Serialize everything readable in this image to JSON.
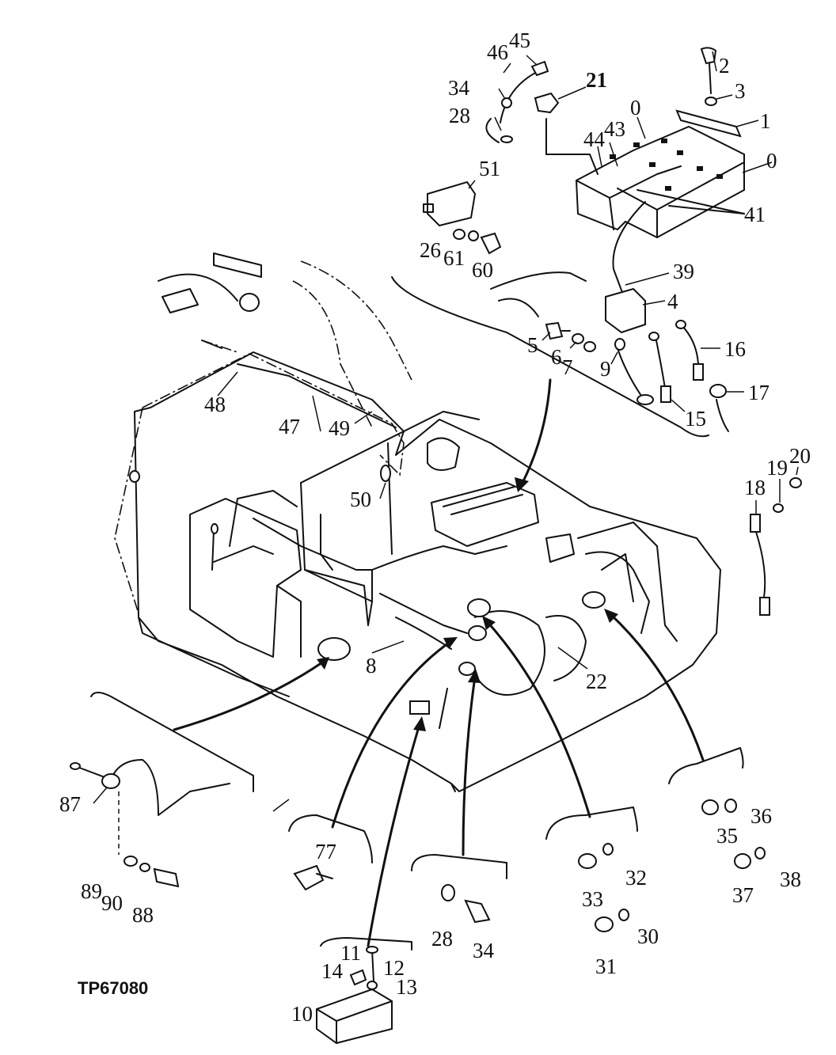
{
  "figure_ref": "TP67080",
  "callouts": [
    {
      "id": "c0a",
      "text": "0"
    },
    {
      "id": "c0b",
      "text": "0"
    },
    {
      "id": "c1",
      "text": "1"
    },
    {
      "id": "c2",
      "text": "2"
    },
    {
      "id": "c3",
      "text": "3"
    },
    {
      "id": "c4",
      "text": "4"
    },
    {
      "id": "c5",
      "text": "5"
    },
    {
      "id": "c6",
      "text": "6"
    },
    {
      "id": "c7",
      "text": "7"
    },
    {
      "id": "c8",
      "text": "8"
    },
    {
      "id": "c9",
      "text": "9"
    },
    {
      "id": "c10",
      "text": "10"
    },
    {
      "id": "c11",
      "text": "11"
    },
    {
      "id": "c12",
      "text": "12"
    },
    {
      "id": "c13",
      "text": "13"
    },
    {
      "id": "c14",
      "text": "14"
    },
    {
      "id": "c15",
      "text": "15"
    },
    {
      "id": "c16",
      "text": "16"
    },
    {
      "id": "c17",
      "text": "17"
    },
    {
      "id": "c18",
      "text": "18"
    },
    {
      "id": "c19",
      "text": "19"
    },
    {
      "id": "c20",
      "text": "20"
    },
    {
      "id": "c21",
      "text": "21"
    },
    {
      "id": "c22",
      "text": "22"
    },
    {
      "id": "c26",
      "text": "26"
    },
    {
      "id": "c28a",
      "text": "28"
    },
    {
      "id": "c28b",
      "text": "28"
    },
    {
      "id": "c30",
      "text": "30"
    },
    {
      "id": "c31",
      "text": "31"
    },
    {
      "id": "c32",
      "text": "32"
    },
    {
      "id": "c33",
      "text": "33"
    },
    {
      "id": "c34a",
      "text": "34"
    },
    {
      "id": "c34b",
      "text": "34"
    },
    {
      "id": "c35",
      "text": "35"
    },
    {
      "id": "c36",
      "text": "36"
    },
    {
      "id": "c37",
      "text": "37"
    },
    {
      "id": "c38",
      "text": "38"
    },
    {
      "id": "c39",
      "text": "39"
    },
    {
      "id": "c41",
      "text": "41"
    },
    {
      "id": "c43",
      "text": "43"
    },
    {
      "id": "c44",
      "text": "44"
    },
    {
      "id": "c45",
      "text": "45"
    },
    {
      "id": "c46",
      "text": "46"
    },
    {
      "id": "c47",
      "text": "47"
    },
    {
      "id": "c48",
      "text": "48"
    },
    {
      "id": "c49",
      "text": "49"
    },
    {
      "id": "c50",
      "text": "50"
    },
    {
      "id": "c51",
      "text": "51"
    },
    {
      "id": "c60",
      "text": "60"
    },
    {
      "id": "c61",
      "text": "61"
    },
    {
      "id": "c77",
      "text": "77"
    },
    {
      "id": "c87",
      "text": "87"
    },
    {
      "id": "c88",
      "text": "88"
    },
    {
      "id": "c89",
      "text": "89"
    },
    {
      "id": "c90",
      "text": "90"
    }
  ]
}
